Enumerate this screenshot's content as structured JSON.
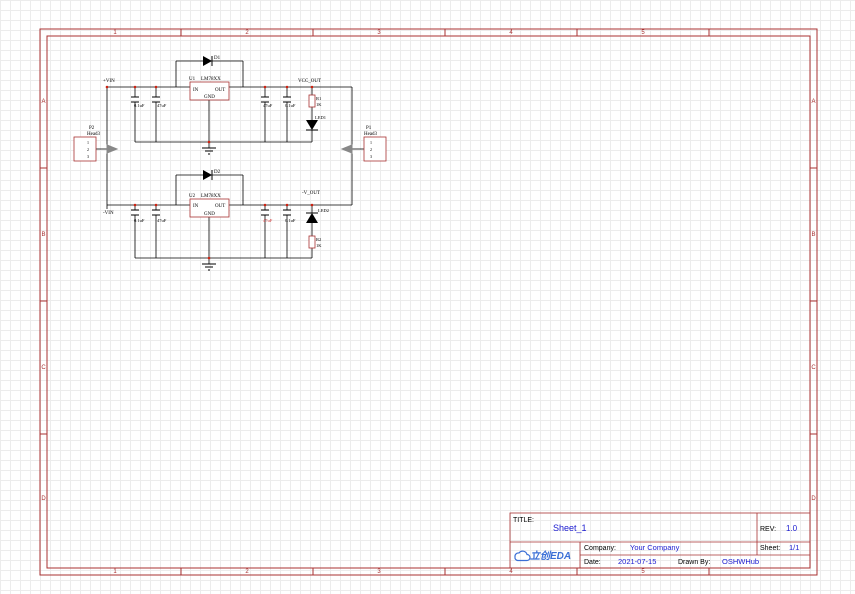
{
  "frame": {
    "columns": [
      "1",
      "2",
      "3",
      "4",
      "5"
    ],
    "rows": [
      "A",
      "B",
      "C",
      "D"
    ],
    "frame_color": "#a83232"
  },
  "schematic": {
    "upper": {
      "vin_net": "+VIN",
      "vout_net": "VCC_OUT",
      "regulator_ref": "U1",
      "regulator_value": "LM78XX",
      "pin_in": "IN",
      "pin_out": "OUT",
      "pin_gnd": "GND",
      "diode_ref": "D1",
      "c_in1": "0.1uF",
      "c_in2": "47uF",
      "c_out1": "47uF",
      "c_out2": "0.1uF",
      "r_ref": "R1",
      "r_value": "1K",
      "led_ref": "LED1"
    },
    "lower": {
      "vin_net": "-VIN",
      "vout_net": "-V_OUT",
      "regulator_ref": "U2",
      "regulator_value": "LM78XX",
      "pin_in": "IN",
      "pin_out": "OUT",
      "pin_gnd": "GND",
      "diode_ref": "D2",
      "c_in1": "0.1uF",
      "c_in2": "47uF",
      "c_out1": "47uF",
      "c_out2": "0.1uF",
      "r_ref": "R2",
      "r_value": "1K",
      "led_ref": "LED2"
    },
    "p2_ref": "P2",
    "p2_value": "Head3",
    "p1_ref": "P1",
    "p1_value": "Head3",
    "pins": [
      "1",
      "2",
      "3"
    ]
  },
  "title_block": {
    "title_label": "TITLE:",
    "title_value": "Sheet_1",
    "rev_label": "REV:",
    "rev_value": "1.0",
    "logo_text": "立创EDA",
    "company_label": "Company:",
    "company_value": "Your Company",
    "sheet_label": "Sheet:",
    "sheet_value": "1/1",
    "date_label": "Date:",
    "date_value": "2021-07-15",
    "drawn_label": "Drawn By:",
    "drawn_value": "OSHWHub"
  },
  "colors": {
    "frame": "#a83232",
    "wire": "#000000",
    "value_text": "#1a1ad0",
    "logo": "#3b6fd6",
    "highlight": "#d03030"
  }
}
